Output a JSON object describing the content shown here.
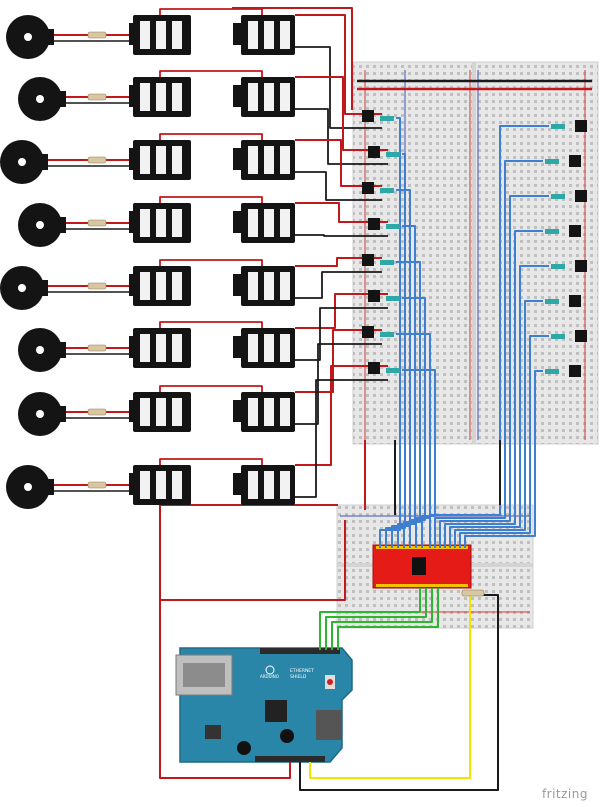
{
  "diagram": {
    "rows": 8,
    "board_labels": {
      "ethernet": "ETHERNET",
      "shield": "SHIELD",
      "arduino_mark": "ARDUINO"
    },
    "watermark": "fritzing"
  },
  "colors": {
    "red_wire": "#c0181b",
    "black_wire": "#1a1a1a",
    "blue_wire": "#3f7fd1",
    "green_wire": "#2fb52f",
    "yellow_wire": "#f2e600",
    "breadboard": "#e6e6e6",
    "rail_red": "#d13b3b",
    "rail_blue": "#3c54b8",
    "arduino_teal": "#2a86a8",
    "driver_board": "#e41b17"
  }
}
